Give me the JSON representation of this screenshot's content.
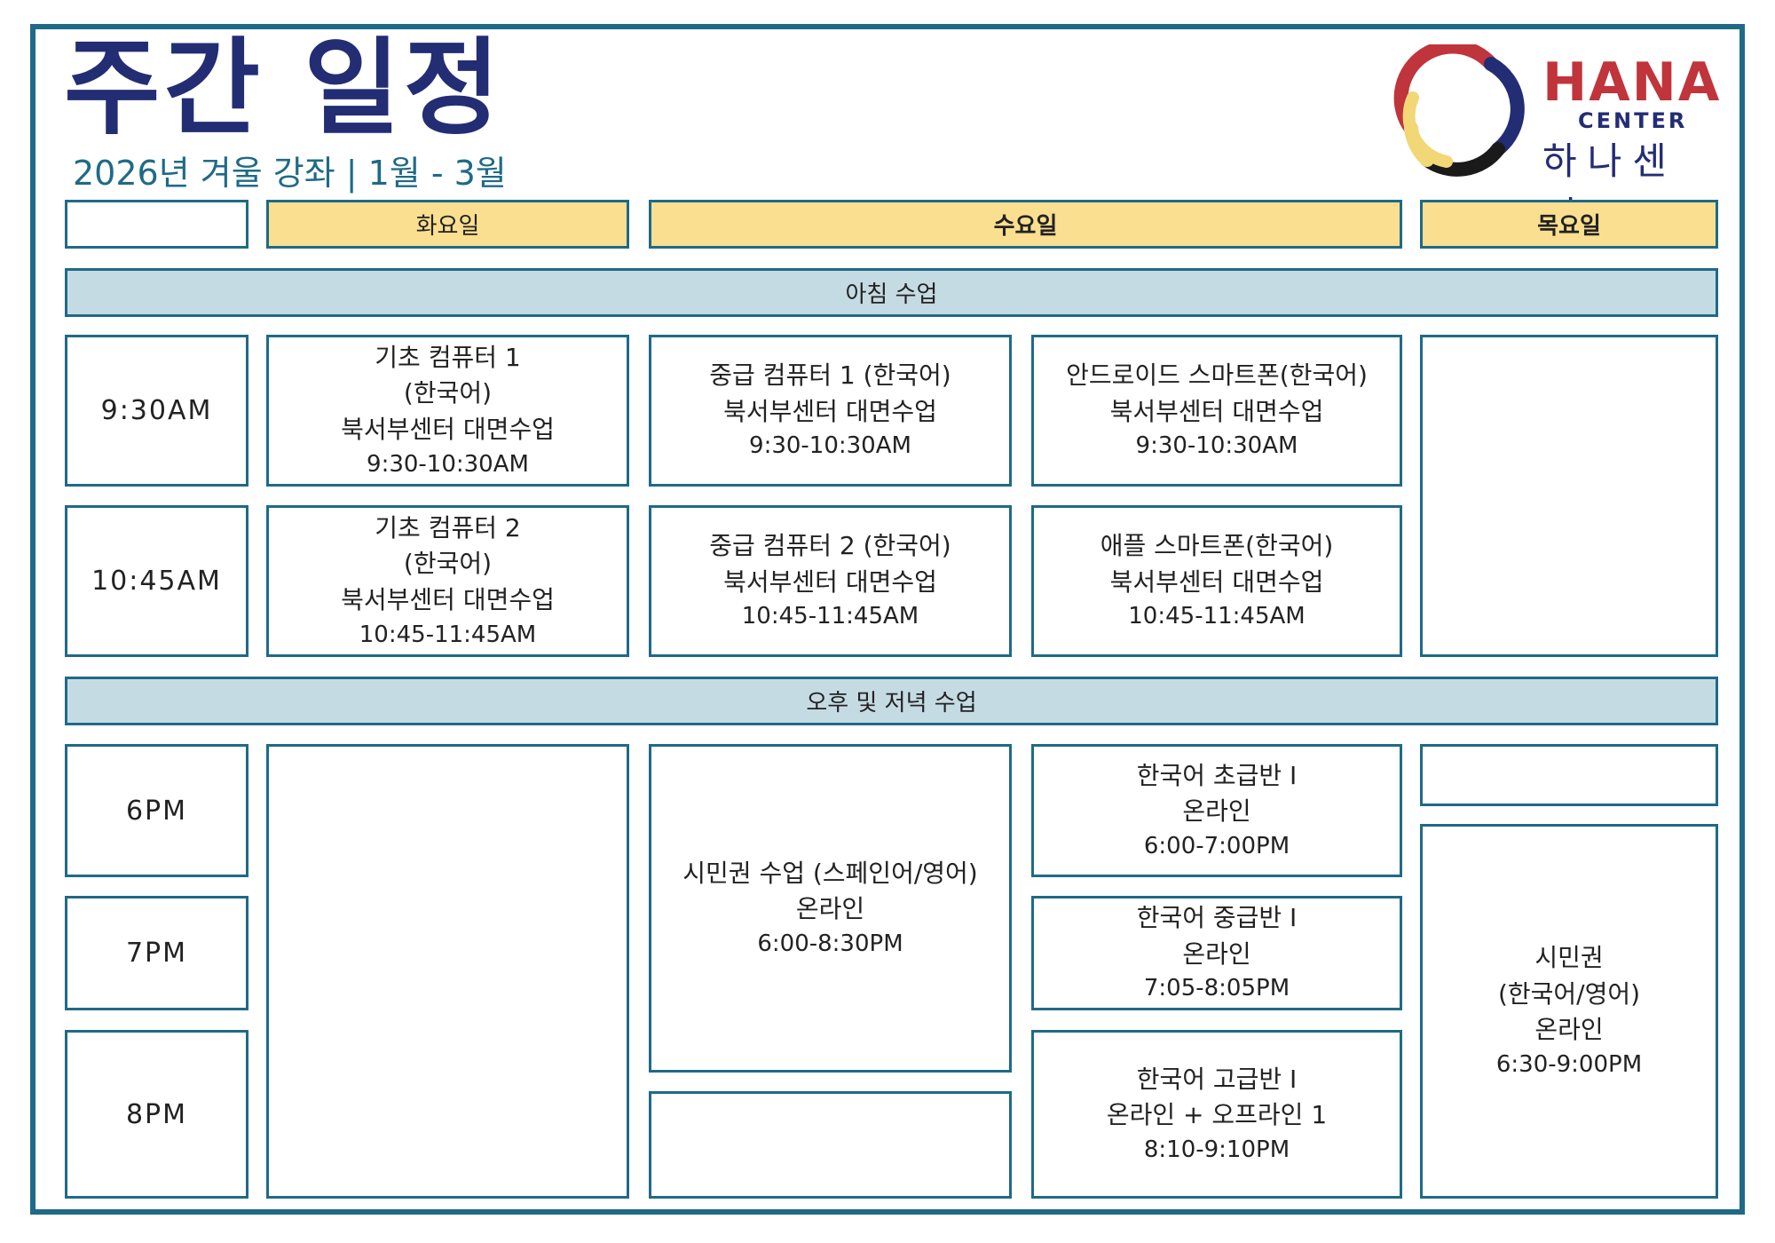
{
  "header": {
    "title": "주간 일정",
    "subtitle": "2026년 겨울 강좌 | 1월 - 3월"
  },
  "logo": {
    "name": "HANA",
    "sub": "CENTER",
    "korean": "하나센터",
    "colors": {
      "red": "#c0343b",
      "navy": "#232d73",
      "yellow": "#f2d777",
      "black": "#1a1a1a"
    }
  },
  "days": {
    "tuesday": "화요일",
    "wednesday": "수요일",
    "thursday": "목요일"
  },
  "sections": {
    "morning": "아침 수업",
    "evening": "오후 및 저녁 수업"
  },
  "times": {
    "t1": "9:30AM",
    "t2": "10:45AM",
    "t3": "6PM",
    "t4": "7PM",
    "t5": "8PM"
  },
  "classes": {
    "tue_930": {
      "l1": "기초 컴퓨터 1",
      "l2": "(한국어)",
      "l3": "북서부센터 대면수업",
      "time": "9:30-10:30AM"
    },
    "tue_1045": {
      "l1": "기초 컴퓨터 2",
      "l2": "(한국어)",
      "l3": "북서부센터 대면수업",
      "time": "10:45-11:45AM"
    },
    "wed_a_930": {
      "l1": "중급 컴퓨터 1 (한국어)",
      "l2": "북서부센터 대면수업",
      "time": "9:30-10:30AM"
    },
    "wed_b_930": {
      "l1": "안드로이드 스마트폰(한국어)",
      "l2": "북서부센터 대면수업",
      "time": "9:30-10:30AM"
    },
    "wed_a_1045": {
      "l1": "중급 컴퓨터 2 (한국어)",
      "l2": "북서부센터 대면수업",
      "time": "10:45-11:45AM"
    },
    "wed_b_1045": {
      "l1": "애플 스마트폰(한국어)",
      "l2": "북서부센터 대면수업",
      "time": "10:45-11:45AM"
    },
    "wed_a_6pm": {
      "l1": "시민권 수업 (스페인어/영어)",
      "l2": "온라인",
      "time": "6:00-8:30PM"
    },
    "wed_b_6pm": {
      "l1": "한국어 초급반 I",
      "l2": "온라인",
      "time": "6:00-7:00PM"
    },
    "wed_b_7pm": {
      "l1": "한국어 중급반 I",
      "l2": "온라인",
      "time": "7:05-8:05PM"
    },
    "wed_b_8pm": {
      "l1": "한국어 고급반 I",
      "l2": "온라인 + 오프라인 1",
      "time": "8:10-9:10PM"
    },
    "thu_630": {
      "l1": "시민권",
      "l2": "(한국어/영어)",
      "l3": "온라인",
      "time": "6:30-9:00PM"
    }
  },
  "colors": {
    "border": "#1f6a87",
    "day_header": "#f9df8f",
    "band": "#c5dbe3",
    "title": "#232d73"
  }
}
